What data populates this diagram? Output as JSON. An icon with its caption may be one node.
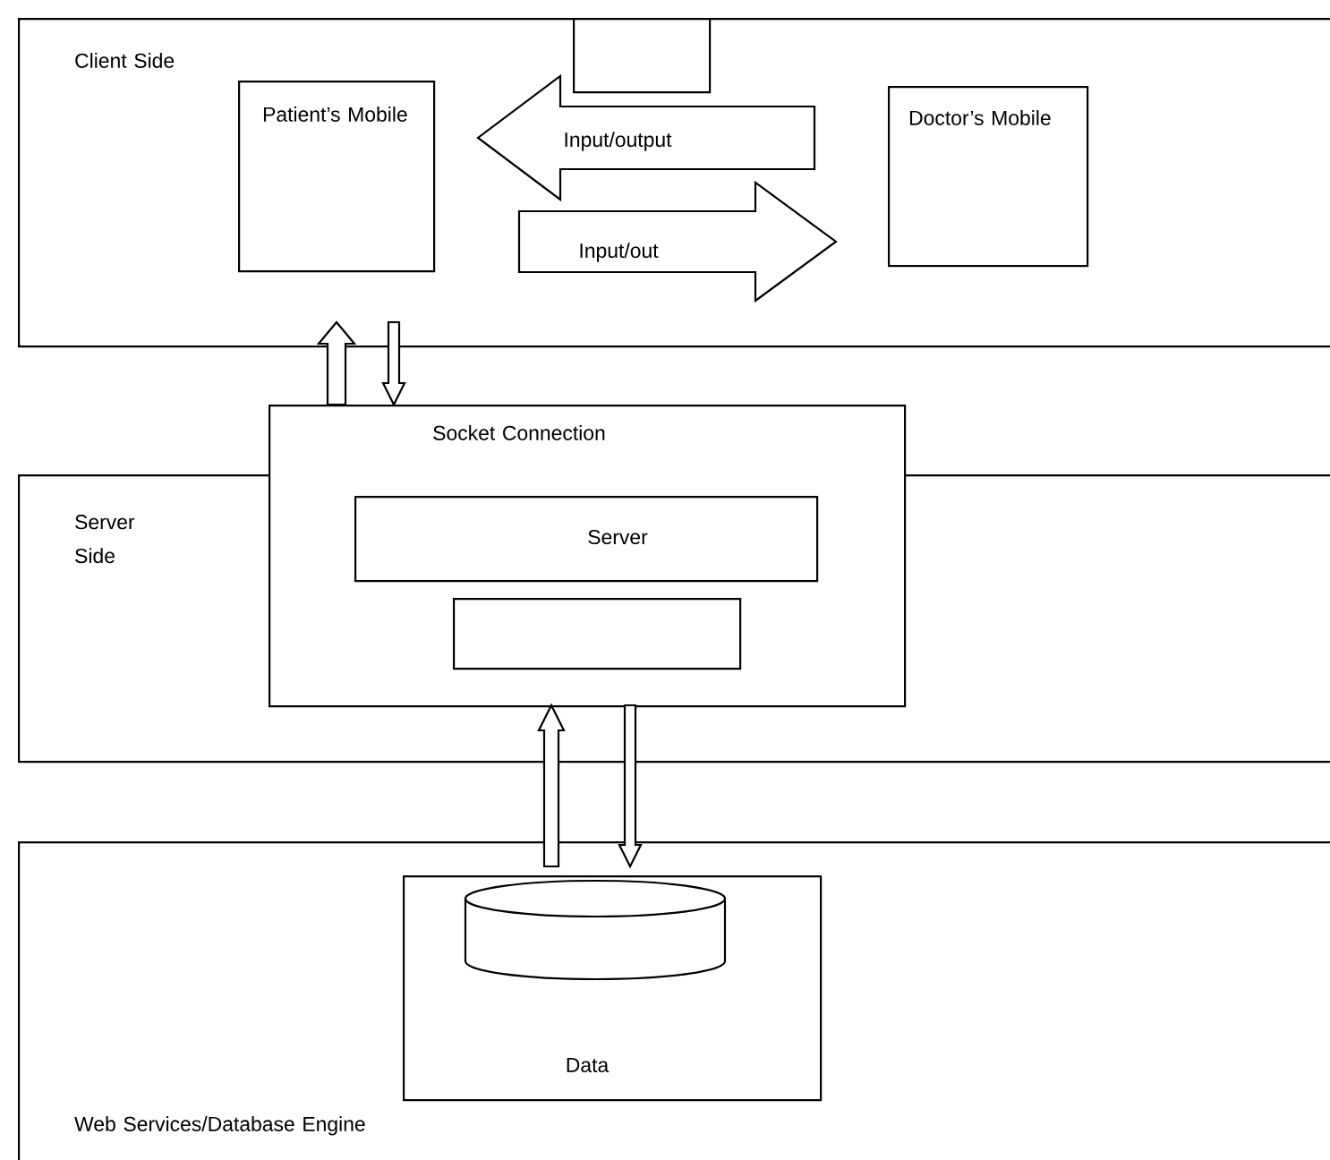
{
  "diagram": {
    "nodes": [
      {
        "text": [
          "Client Side"
        ]
      },
      {
        "text": [
          "Patient’s Mobile"
        ],
        "in": 0
      },
      {
        "text": [],
        "shape": "box",
        "in": 0
      },
      {
        "text": [
          "Doctor’s Mobile"
        ],
        "in": 0
      },
      {
        "text": [
          "Server Side"
        ]
      },
      {
        "text": [
          "Socket Connection"
        ]
      },
      {
        "text": [
          "Server"
        ]
      },
      {
        "text": [],
        "shape": "box"
      },
      {
        "text": [
          "Web Services/Database Engine"
        ]
      },
      {
        "text": [
          "Data"
        ],
        "in": 8
      },
      {
        "text": [],
        "shape": "cylinder",
        "in": 9
      }
    ],
    "edges": [
      {
        "from": 3,
        "to": 1,
        "arrow": "to",
        "label": "Input/output"
      },
      {
        "from": 1,
        "to": 3,
        "arrow": "to",
        "label": "Input/out"
      },
      {
        "from": 5,
        "to": 0,
        "arrow": "to"
      },
      {
        "from": 0,
        "to": 5,
        "arrow": "to"
      },
      {
        "from": 9,
        "to": 5,
        "arrow": "to"
      },
      {
        "from": 5,
        "to": 9,
        "arrow": "to"
      }
    ]
  }
}
